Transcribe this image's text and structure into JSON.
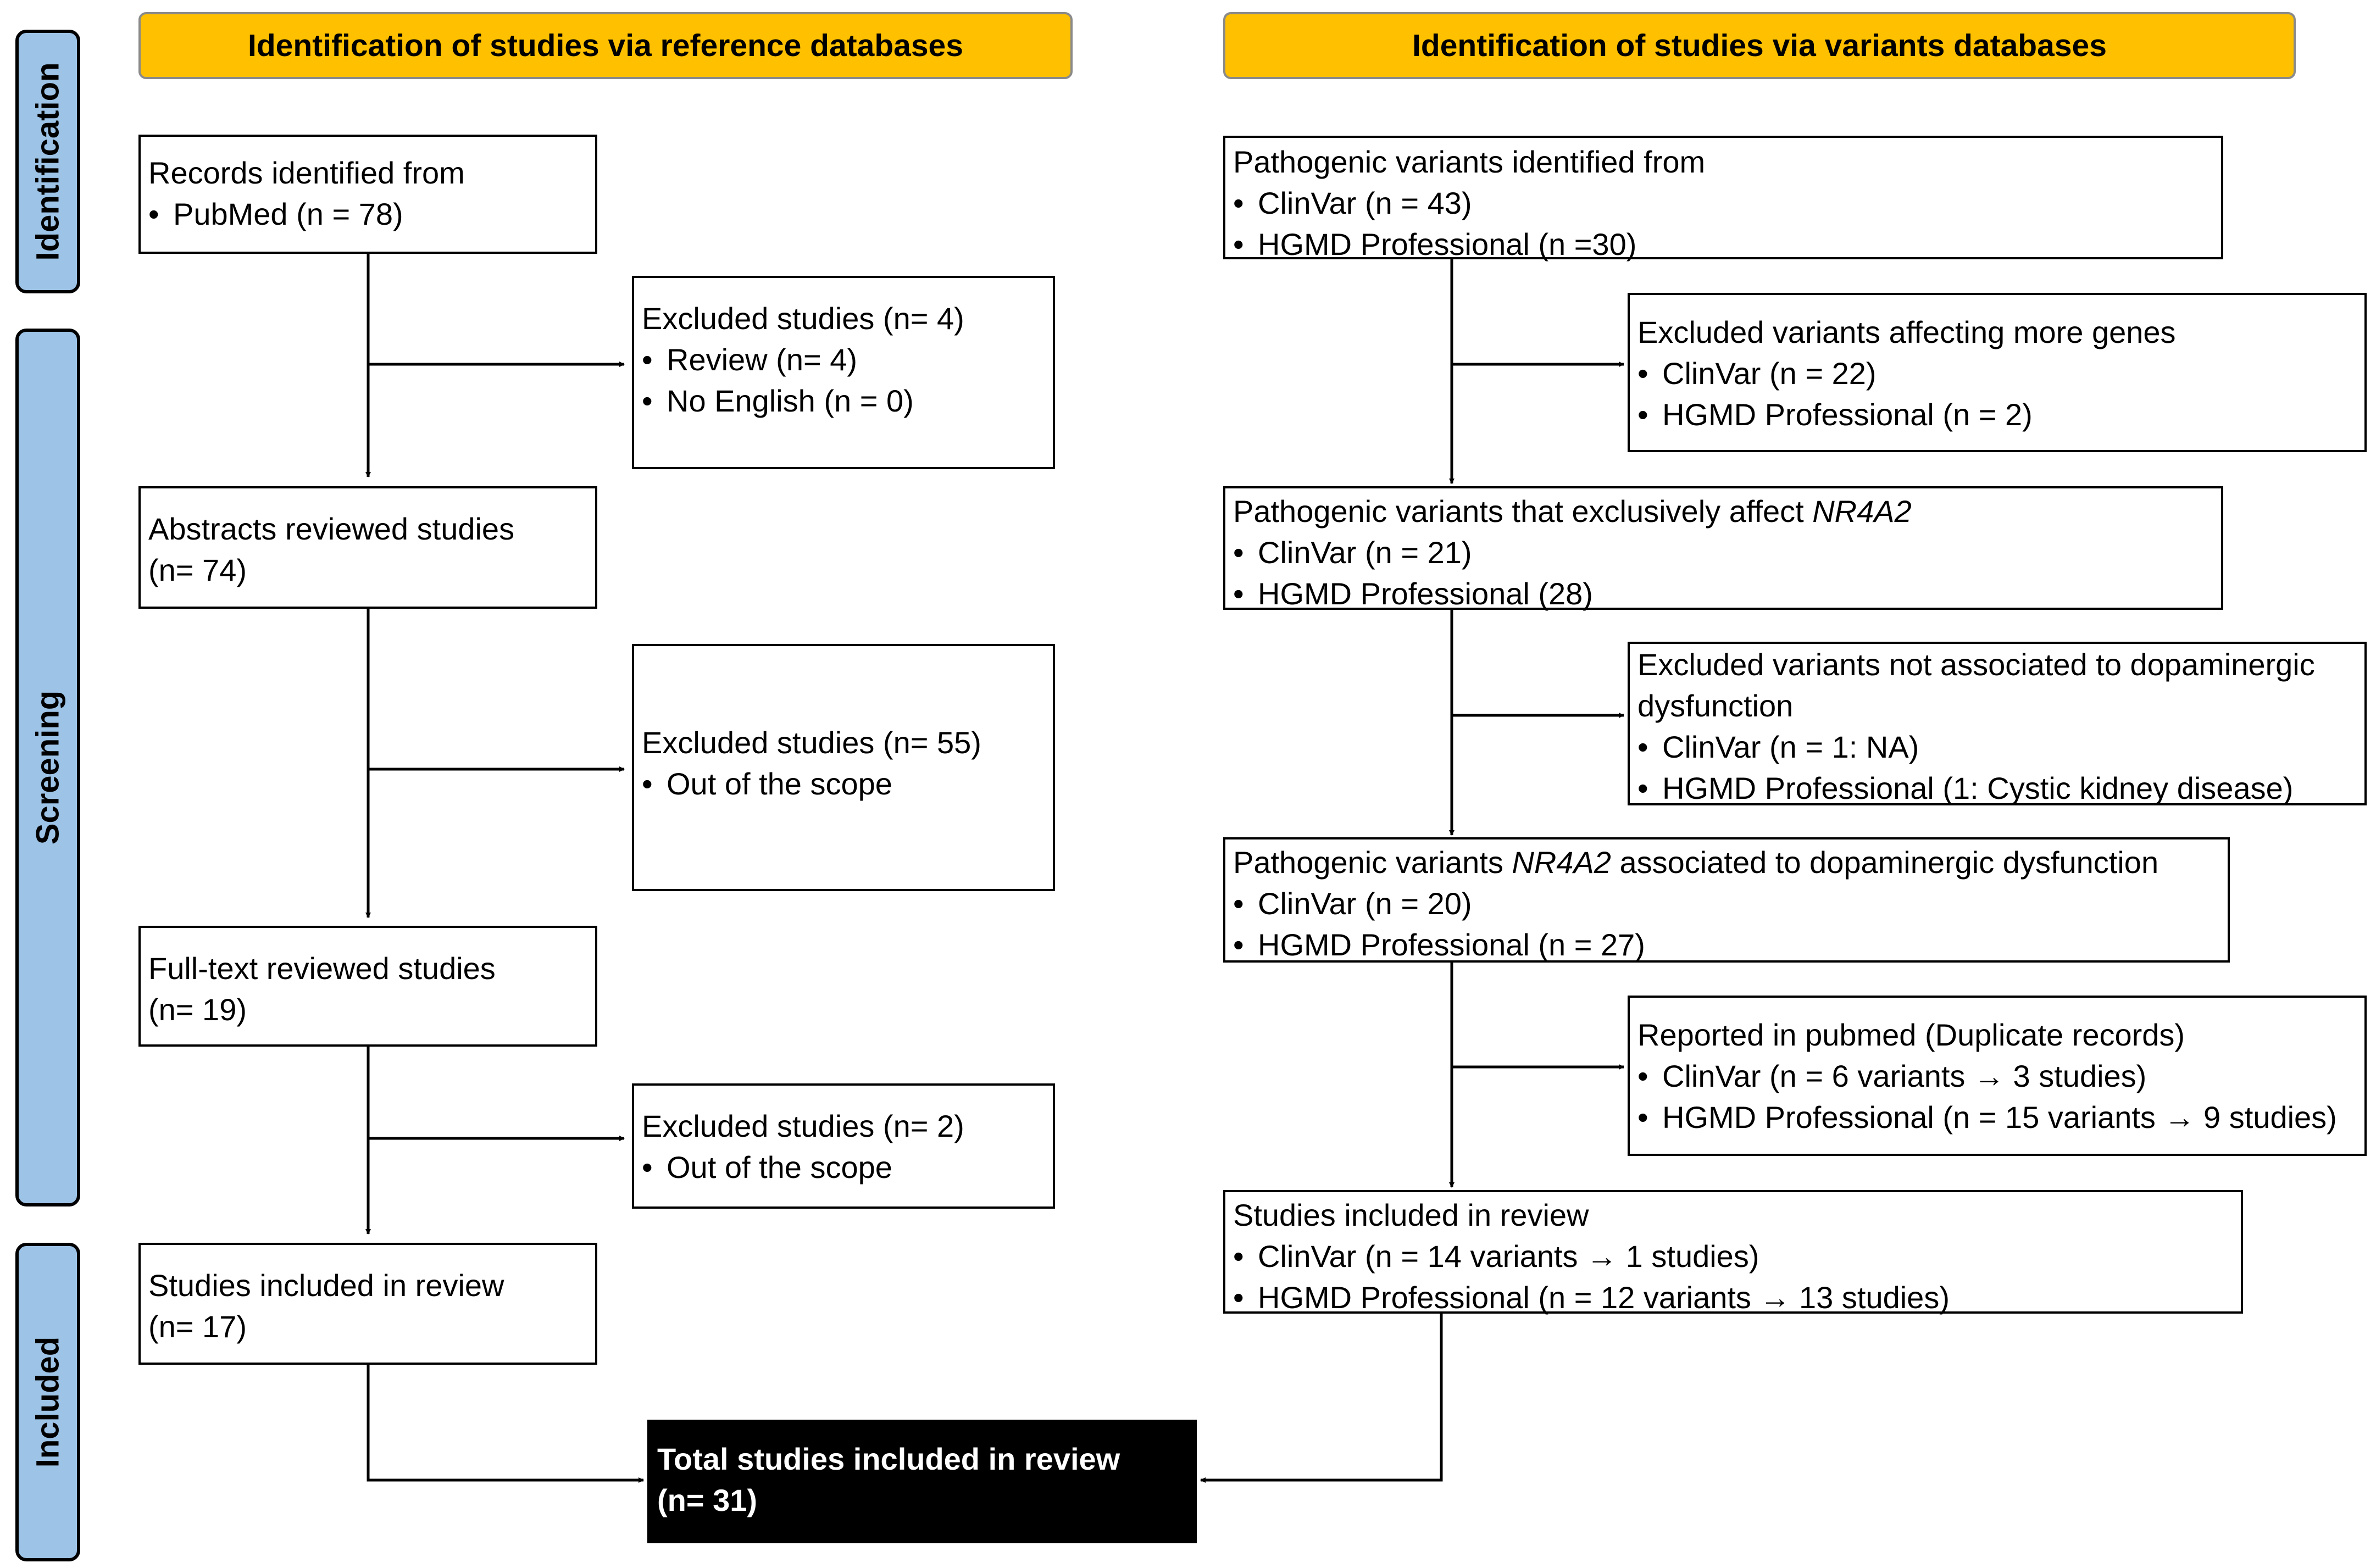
{
  "phases": {
    "identification": "Identification",
    "screening": "Screening",
    "included": "Included"
  },
  "left": {
    "header": "Identification of studies via reference databases",
    "records": {
      "title": "Records identified from",
      "items": [
        "PubMed (n = 78)"
      ]
    },
    "excluded1": {
      "title": "Excluded studies (n= 4)",
      "items": [
        "Review (n= 4)",
        "No English (n =  0)"
      ]
    },
    "abstracts": {
      "line1": "Abstracts reviewed studies",
      "line2": "(n= 74)"
    },
    "excluded2": {
      "title": "Excluded studies (n= 55)",
      "items": [
        "Out of the scope"
      ]
    },
    "fulltext": {
      "line1": "Full-text reviewed studies",
      "line2": "(n= 19)"
    },
    "excluded3": {
      "title": "Excluded studies (n= 2)",
      "items": [
        "Out of the scope"
      ]
    },
    "included": {
      "line1": "Studies included in review",
      "line2": "(n= 17)"
    }
  },
  "right": {
    "header": "Identification of studies via variants databases",
    "variants": {
      "title": "Pathogenic variants identified from",
      "items": [
        "ClinVar (n = 43)",
        "HGMD Professional (n =30)"
      ]
    },
    "excluded1": {
      "title": "Excluded variants affecting more genes",
      "items": [
        "ClinVar (n = 22)",
        "HGMD Professional (n = 2)"
      ]
    },
    "exclusive": {
      "title_prefix": "Pathogenic variants that exclusively affect ",
      "gene": "NR4A2",
      "items": [
        "ClinVar (n = 21)",
        "HGMD Professional (28)"
      ]
    },
    "excluded2": {
      "title_line1": "Excluded variants not associated to dopaminergic",
      "title_line2": "dysfunction",
      "items": [
        "ClinVar (n = 1: NA)",
        "HGMD Professional (1: Cystic kidney disease)"
      ]
    },
    "associated": {
      "title_prefix": "Pathogenic variants ",
      "gene": "NR4A2",
      "title_suffix": " associated to dopaminergic dysfunction",
      "items": [
        "ClinVar (n = 20)",
        "HGMD Professional (n = 27)"
      ]
    },
    "duplicates": {
      "title": "Reported in pubmed (Duplicate records)",
      "items": [
        "ClinVar (n = 6 variants → 3 studies)",
        "HGMD Professional (n = 15 variants → 9 studies)"
      ]
    },
    "included": {
      "title": "Studies included in review",
      "items": [
        "ClinVar (n = 14 variants → 1 studies)",
        "HGMD Professional (n = 12  variants → 13  studies)"
      ]
    }
  },
  "total": {
    "line1": "Total studies included in review",
    "line2": "(n= 31)"
  }
}
